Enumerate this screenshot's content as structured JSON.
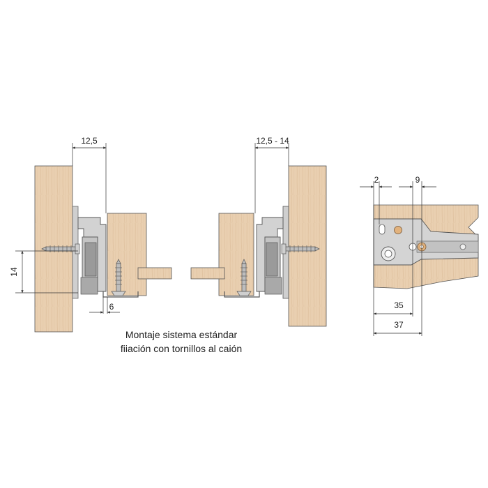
{
  "colors": {
    "wood": "#e9cfb0",
    "wood_dark": "#d9bb98",
    "metal": "#c8c8c8",
    "metal_dark": "#8e8e8e",
    "line": "#333333",
    "screw": "#b9b9b9",
    "hole_ring": "#d8a978"
  },
  "left_assembly": {
    "dim_top": "12,5",
    "dim_side": "14",
    "dim_bottom": "6"
  },
  "right_assembly": {
    "dim_top": "12,5 - 14"
  },
  "detail_view": {
    "dim_a": "2",
    "dim_b": "9",
    "dim_c": "35",
    "dim_d": "37"
  },
  "caption": {
    "line1": "Montaje sistema estándar",
    "line2": "fiiación con tornillos al caión"
  }
}
